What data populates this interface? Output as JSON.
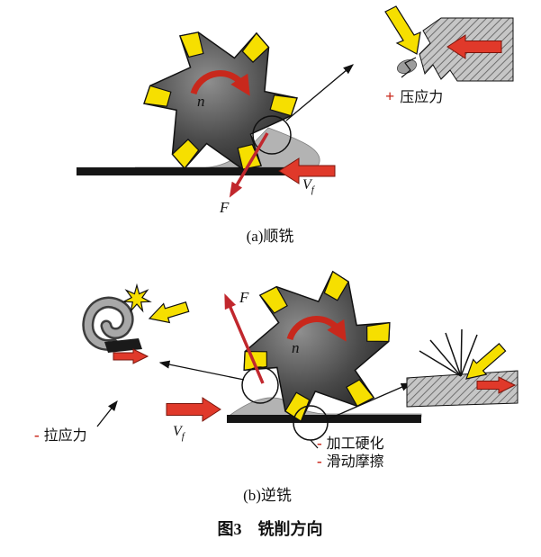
{
  "colors": {
    "red": "#c9271b",
    "yellow": "#f6df00",
    "cutter_dark": "#1f1f1f"
  },
  "figure_a": {
    "spindle_label": "n",
    "force_label": "F",
    "feed_label_main": "V",
    "feed_label_sub": "f",
    "stress_sign": "+",
    "stress_label": "压应力",
    "caption": "(a)顺铣"
  },
  "figure_b": {
    "spindle_label": "n",
    "force_label": "F",
    "feed_label_main": "V",
    "feed_label_sub": "f",
    "tensile_sign": "-",
    "tensile_label": "拉应力",
    "hardening_sign": "-",
    "hardening_label": "加工硬化",
    "friction_sign": "-",
    "friction_label": "滑动摩擦",
    "caption": "(b)逆铣"
  },
  "main_caption": "图3　铣削方向"
}
